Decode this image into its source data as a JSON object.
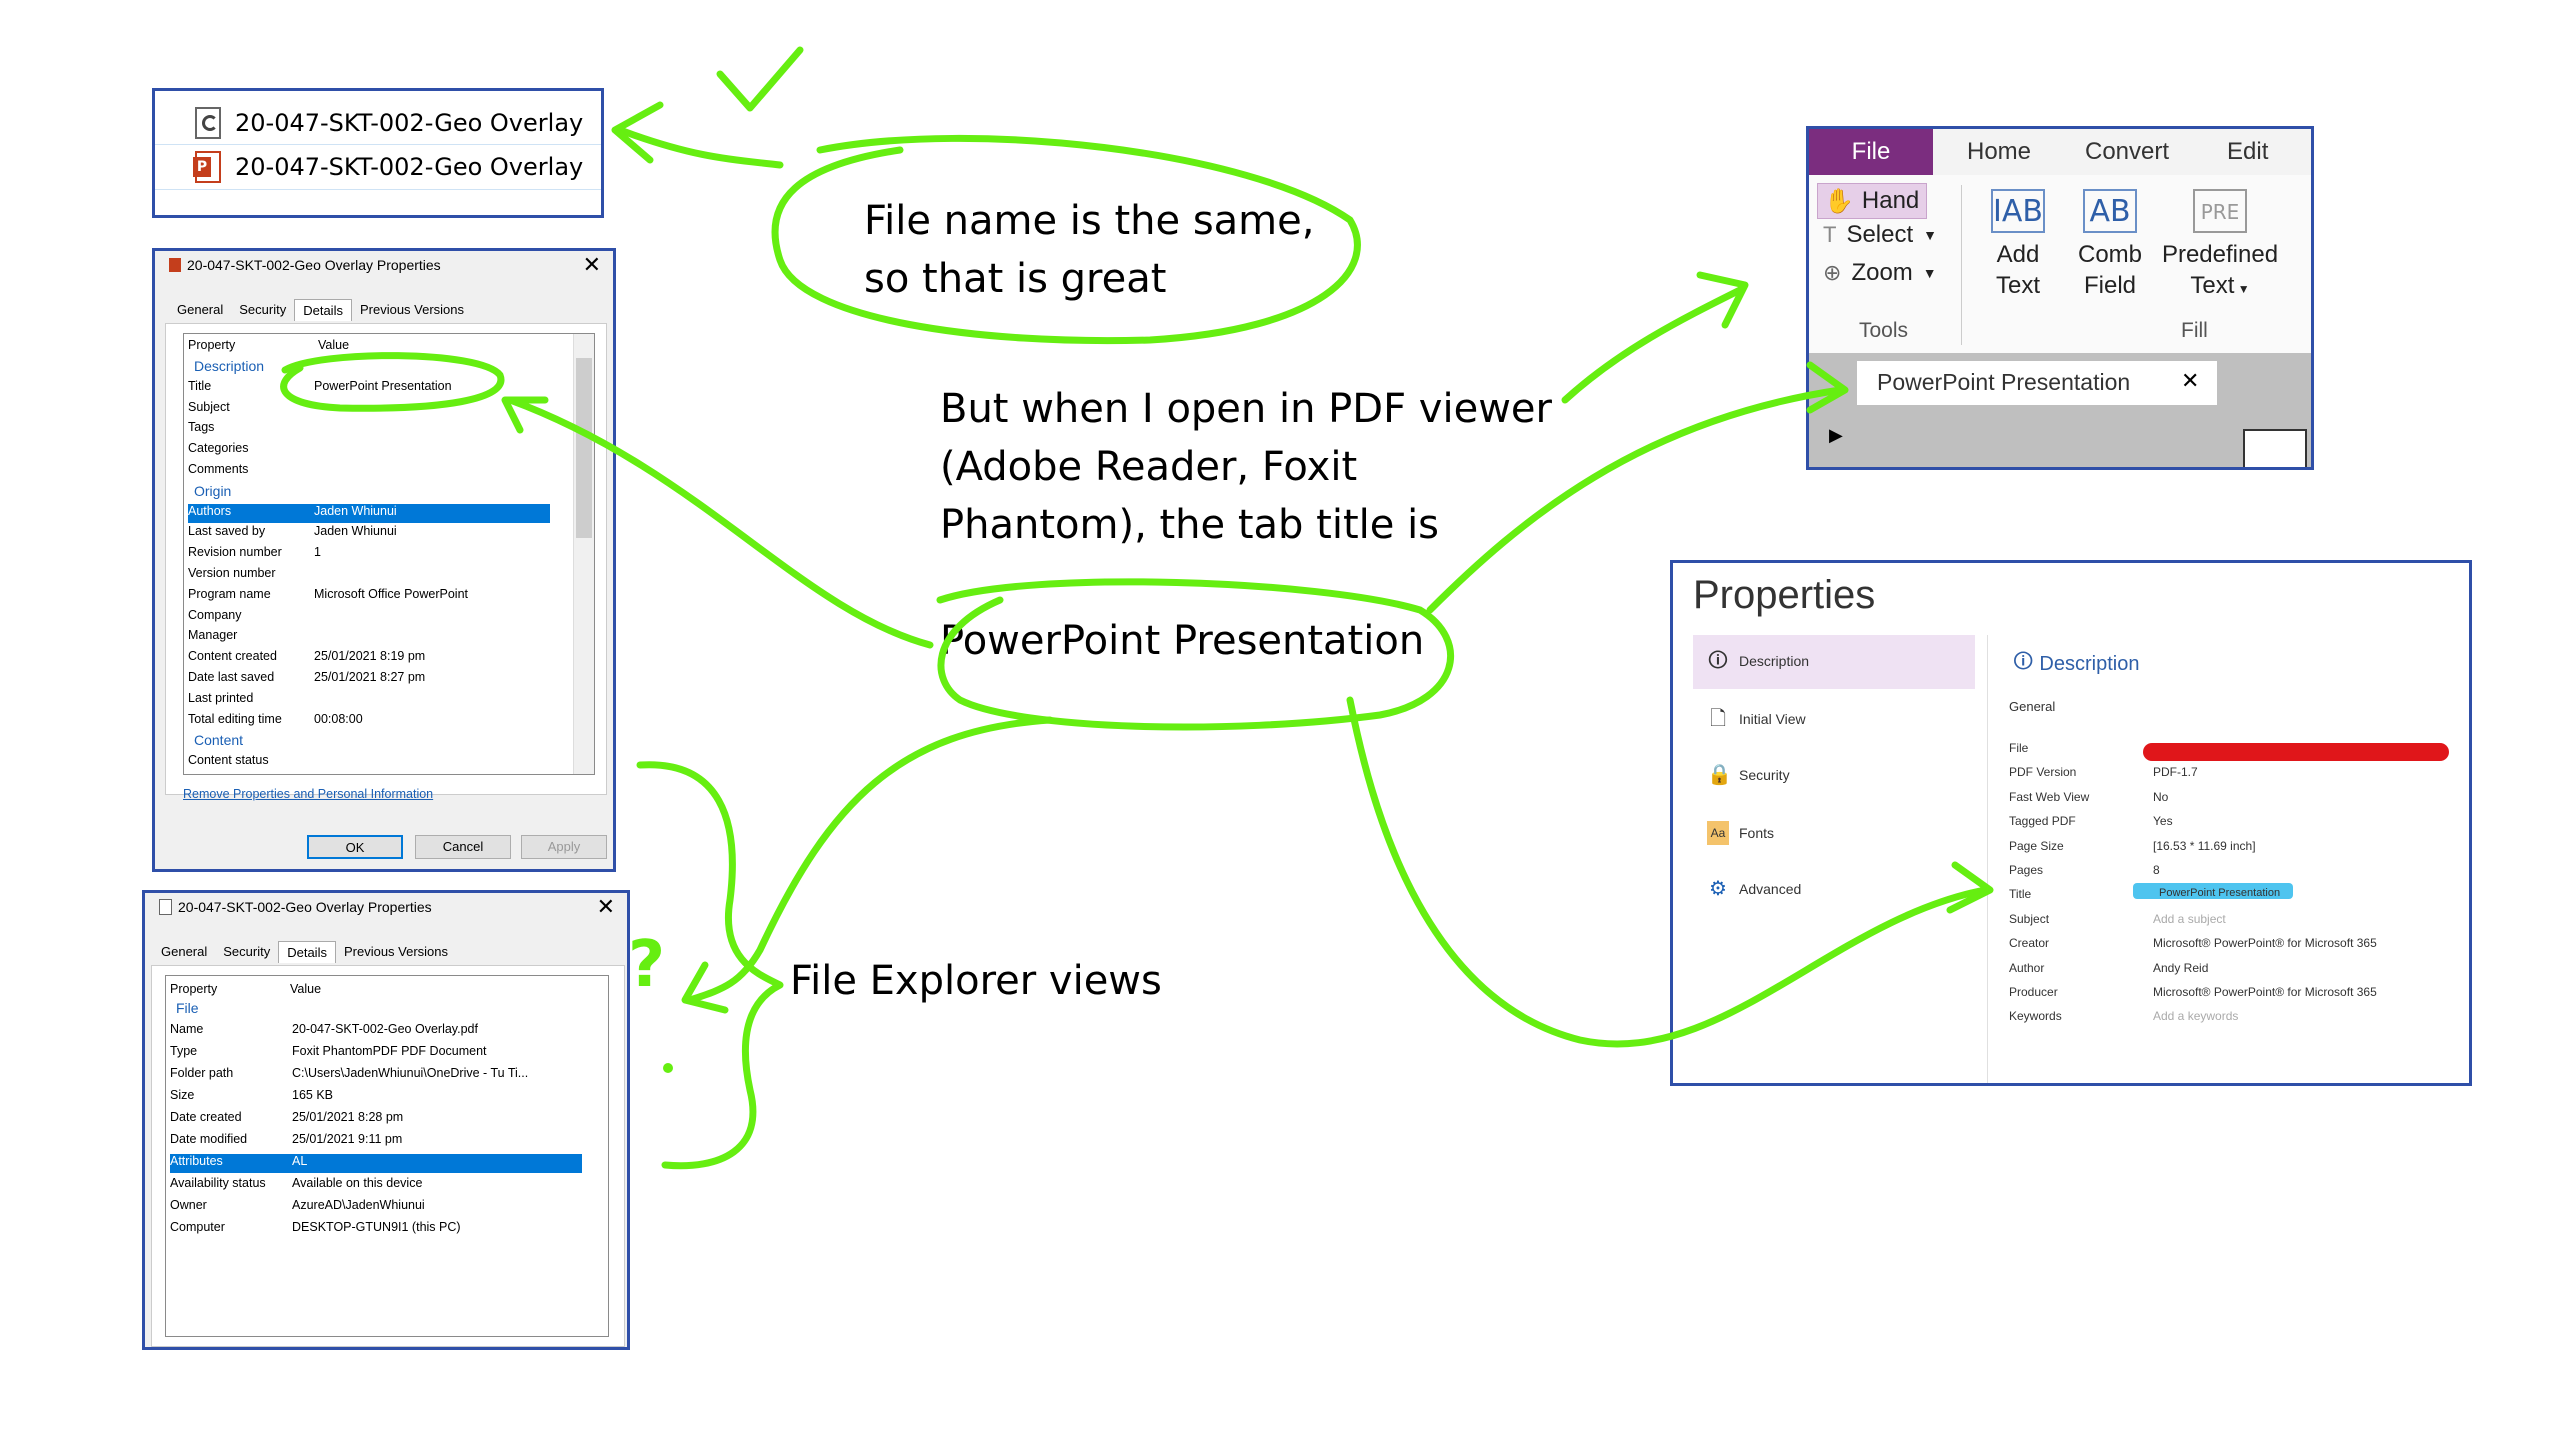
{
  "file_list": {
    "items": [
      {
        "name": "20-047-SKT-002-Geo Overlay",
        "icon": "pdf-file-icon"
      },
      {
        "name": "20-047-SKT-002-Geo Overlay",
        "icon": "powerpoint-file-icon"
      }
    ]
  },
  "ppt_dialog": {
    "title": "20-047-SKT-002-Geo Overlay Properties",
    "close": "✕",
    "tabs": [
      "General",
      "Security",
      "Details",
      "Previous Versions"
    ],
    "header": {
      "property": "Property",
      "value": "Value"
    },
    "rows": [
      {
        "section": "Description"
      },
      {
        "k": "Title",
        "v": "PowerPoint Presentation"
      },
      {
        "k": "Subject",
        "v": ""
      },
      {
        "k": "Tags",
        "v": ""
      },
      {
        "k": "Categories",
        "v": ""
      },
      {
        "k": "Comments",
        "v": ""
      },
      {
        "section": "Origin"
      },
      {
        "k": "Authors",
        "v": "Jaden Whiunui",
        "selected": true
      },
      {
        "k": "Last saved by",
        "v": "Jaden Whiunui"
      },
      {
        "k": "Revision number",
        "v": "1"
      },
      {
        "k": "Version number",
        "v": ""
      },
      {
        "k": "Program name",
        "v": "Microsoft Office PowerPoint"
      },
      {
        "k": "Company",
        "v": ""
      },
      {
        "k": "Manager",
        "v": ""
      },
      {
        "k": "Content created",
        "v": "25/01/2021 8:19 pm"
      },
      {
        "k": "Date last saved",
        "v": "25/01/2021 8:27 pm"
      },
      {
        "k": "Last printed",
        "v": ""
      },
      {
        "k": "Total editing time",
        "v": "00:08:00"
      },
      {
        "section": "Content"
      },
      {
        "k": "Content status",
        "v": ""
      }
    ],
    "remove_link": "Remove Properties and Personal Information",
    "buttons": {
      "ok": "OK",
      "cancel": "Cancel",
      "apply": "Apply"
    }
  },
  "pdf_dialog": {
    "title": "20-047-SKT-002-Geo Overlay Properties",
    "close": "✕",
    "tabs": [
      "General",
      "Security",
      "Details",
      "Previous Versions"
    ],
    "header": {
      "property": "Property",
      "value": "Value"
    },
    "rows": [
      {
        "section": "File"
      },
      {
        "k": "Name",
        "v": "20-047-SKT-002-Geo Overlay.pdf"
      },
      {
        "k": "Type",
        "v": "Foxit PhantomPDF PDF Document"
      },
      {
        "k": "Folder path",
        "v": "C:\\Users\\JadenWhiunui\\OneDrive - Tu Ti..."
      },
      {
        "k": "Size",
        "v": "165 KB"
      },
      {
        "k": "Date created",
        "v": "25/01/2021 8:28 pm"
      },
      {
        "k": "Date modified",
        "v": "25/01/2021 9:11 pm"
      },
      {
        "k": "Attributes",
        "v": "AL",
        "selected": true
      },
      {
        "k": "Availability status",
        "v": "Available on this device"
      },
      {
        "k": "Owner",
        "v": "AzureAD\\JadenWhiunui"
      },
      {
        "k": "Computer",
        "v": "DESKTOP-GTUN9I1 (this PC)"
      }
    ]
  },
  "foxit": {
    "tabs": [
      "File",
      "Home",
      "Convert",
      "Edit"
    ],
    "tools": {
      "hand": "Hand",
      "select": "Select",
      "zoom": "Zoom",
      "group": "Tools"
    },
    "fill": [
      {
        "line1": "Add",
        "line2": "Text",
        "glyph": "IAB"
      },
      {
        "line1": "Comb",
        "line2": "Field",
        "glyph": "AB"
      },
      {
        "line1": "Predefined",
        "line2": "Text",
        "glyph": "PRE"
      }
    ],
    "fill_group": "Fill",
    "doc_tab": "PowerPoint Presentation",
    "doc_tab_close": "✕"
  },
  "pdf_props": {
    "title": "Properties",
    "sidebar": [
      "Description",
      "Initial View",
      "Security",
      "Fonts",
      "Advanced"
    ],
    "heading": "Description",
    "general": "General",
    "rows": [
      {
        "k": "File",
        "v": ""
      },
      {
        "k": "PDF Version",
        "v": "PDF-1.7"
      },
      {
        "k": "Fast Web View",
        "v": "No"
      },
      {
        "k": "Tagged PDF",
        "v": "Yes"
      },
      {
        "k": "Page Size",
        "v": "[16.53 * 11.69 inch]"
      },
      {
        "k": "Pages",
        "v": "8"
      },
      {
        "k": "Title",
        "v": "PowerPoint Presentation"
      },
      {
        "k": "Subject",
        "v": "Add a subject",
        "ph": true
      },
      {
        "k": "Creator",
        "v": "Microsoft® PowerPoint® for Microsoft 365"
      },
      {
        "k": "Author",
        "v": "Andy Reid"
      },
      {
        "k": "Producer",
        "v": "Microsoft® PowerPoint® for Microsoft 365"
      },
      {
        "k": "Keywords",
        "v": "Add a keywords",
        "ph": true
      }
    ]
  },
  "notes": {
    "file_name_line1": "File name is the same,",
    "file_name_line2": "so that is great",
    "pdf_viewer_line1": "But when I open in PDF viewer",
    "pdf_viewer_line2": "(Adobe Reader, Foxit",
    "pdf_viewer_line3": "Phantom), the tab title is",
    "powerpoint": "PowerPoint Presentation",
    "explorer": "File Explorer views",
    "question": "?"
  },
  "colors": {
    "ink": "#66ee11",
    "frame": "#2f4fa8",
    "selection": "#0078d7",
    "foxit_purple": "#7b2d7f",
    "redaction": "#e0161a",
    "highlight": "#4ec4ef"
  }
}
